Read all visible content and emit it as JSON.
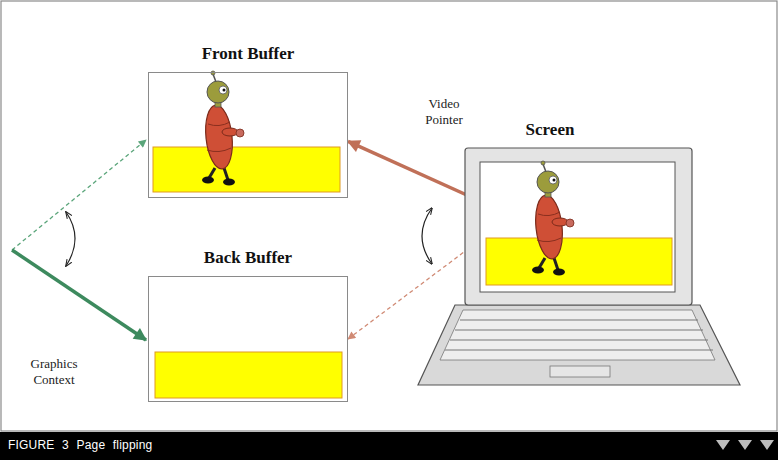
{
  "diagram": {
    "caption": "FIGURE 3 Page flipping",
    "nodes": [
      {
        "text": [
          "Front Buffer"
        ]
      },
      {
        "text": [
          "Back Buffer"
        ]
      },
      {
        "text": [
          "Screen"
        ]
      }
    ],
    "edges": [
      {
        "from": 2,
        "to": 0,
        "arrow": "to",
        "label": "Video Pointer"
      },
      {
        "from": 2,
        "to": 1,
        "arrow": "to"
      }
    ],
    "labels": [
      "Graphics Context"
    ]
  }
}
